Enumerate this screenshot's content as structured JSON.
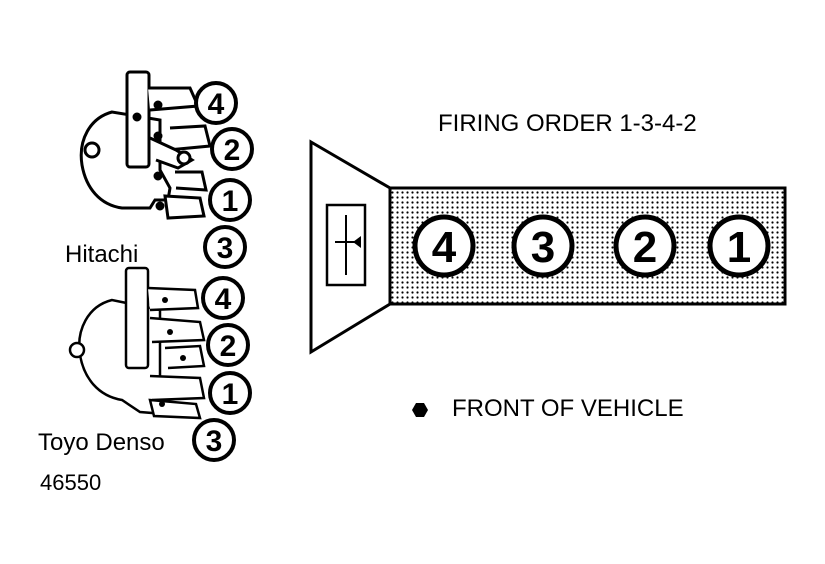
{
  "title": "FIRING ORDER 1-3-4-2",
  "legend": {
    "text": "FRONT OF VEHICLE"
  },
  "figure_id": "46550",
  "engine": {
    "cylinders": [
      "4",
      "3",
      "2",
      "1"
    ]
  },
  "distributors": [
    {
      "name": "Hitachi",
      "terminals": [
        "4",
        "2",
        "1",
        "3"
      ]
    },
    {
      "name": "Toyo Denso",
      "terminals": [
        "4",
        "2",
        "1",
        "3"
      ]
    }
  ],
  "colors": {
    "ink": "#000000",
    "paper": "#ffffff"
  }
}
